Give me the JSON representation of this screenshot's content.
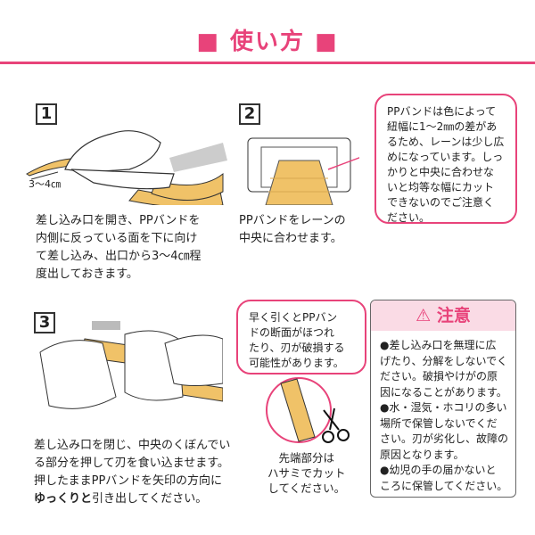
{
  "title": "■ 使い方 ■",
  "colors": {
    "accent": "#e8437a",
    "band": "#f0c268",
    "caution_header_bg": "#fadbe5"
  },
  "steps": [
    {
      "number": "1",
      "measure": "3〜4㎝",
      "text": "差し込み口を開き、PPバンドを\n内側に反っている面を下に向け\nて差し込み、出口から3〜4㎝程\n度出しておきます。"
    },
    {
      "number": "2",
      "text": "PPバンドをレーンの\n中央に合わせます。",
      "note": "PPバンドは色によって\n紐幅に1〜2㎜の差があ\nるため、レーンは少し広\nめになっています。しっ\nかりと中央に合わせな\nいと均等な幅にカット\nできないのでご注意く\nださい。"
    },
    {
      "number": "3",
      "text": "差し込み口を閉じ、中央のくぼんでい\nる部分を押して刃を食い込ませます。\n押したままPPバンドを矢印の方向に\n",
      "text_bold": "ゆっくりと",
      "text_end": "引き出してください。",
      "note": "早く引くとPPバン\nドの断面がほつれ\nたり、刃が破損する\n可能性があります。",
      "tip": "先端部分は\nハサミでカット\nしてください。"
    }
  ],
  "caution": {
    "icon": "warning-triangle-icon",
    "heading": "注意",
    "body": "●差し込み口を無理に広\nげたり、分解をしないでく\nださい。破損やけがの原\n因になることがあります。\n●水・湿気・ホコリの多い\n場所で保管しないでくだ\nさい。刃が劣化し、故障の\n原因となります。\n●幼児の手の届かないと\nころに保管してください。"
  }
}
